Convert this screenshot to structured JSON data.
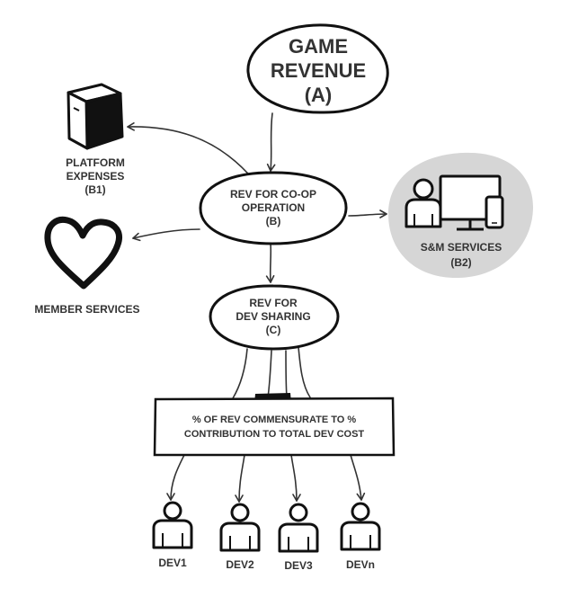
{
  "nodes": {
    "game_revenue": {
      "lines": [
        "GAME",
        "REVENUE",
        "(A)"
      ]
    },
    "platform_expenses": {
      "lines": [
        "PLATFORM",
        "EXPENSES",
        "(B1)"
      ]
    },
    "rev_coop": {
      "lines": [
        "REV FOR CO-OP",
        "OPERATION",
        "(B)"
      ]
    },
    "sm_services": {
      "lines": [
        "S&M SERVICES",
        "(B2)"
      ]
    },
    "member_services": {
      "lines": [
        "MEMBER SERVICES"
      ]
    },
    "rev_dev_sharing": {
      "lines": [
        "REV FOR",
        "DEV SHARING",
        "(C)"
      ]
    },
    "formula_box": {
      "lines": [
        "% OF REV COMMENSURATE TO %",
        "CONTRIBUTION TO TOTAL DEV COST"
      ]
    }
  },
  "developers": [
    "DEV1",
    "DEV2",
    "DEV3",
    "DEVn"
  ],
  "colors": {
    "stroke": "#333333",
    "text": "#333333",
    "sm_bubble": "#d6d6d6"
  },
  "icons": {
    "platform": "server-tower-icon",
    "member": "heart-icon",
    "sm": "computer-devices-icon",
    "dev": "person-icon"
  }
}
